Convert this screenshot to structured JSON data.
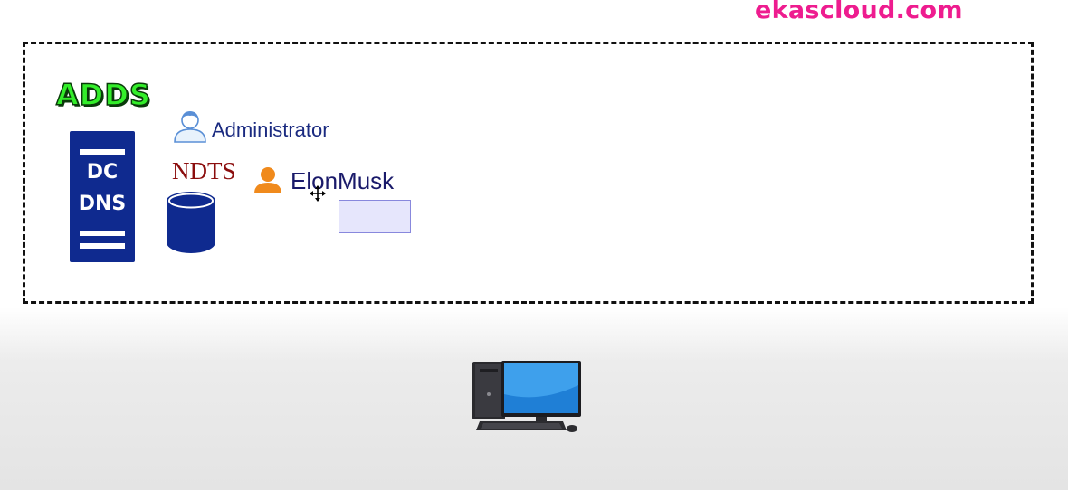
{
  "header": {
    "brand": "ekascloud.com"
  },
  "domain": {
    "title": "ADDS",
    "server": {
      "line1": "DC",
      "line2": "DNS"
    },
    "database_label": "NDTS"
  },
  "users": [
    {
      "name": "Administrator"
    },
    {
      "name": "ElonMusk"
    }
  ],
  "colors": {
    "brand": "#ee1c8f",
    "adds_title": "#33ee2a",
    "server": "#0f2a8f",
    "ndts": "#8b0d0d",
    "admin_user": "#5a8fd6",
    "elon_user": "#f08a1c"
  },
  "icons": {
    "server": "server-icon",
    "database": "database-icon",
    "admin": "user-icon",
    "elon": "user-icon",
    "computer": "desktop-computer-icon",
    "cursor": "move-cursor-icon"
  }
}
